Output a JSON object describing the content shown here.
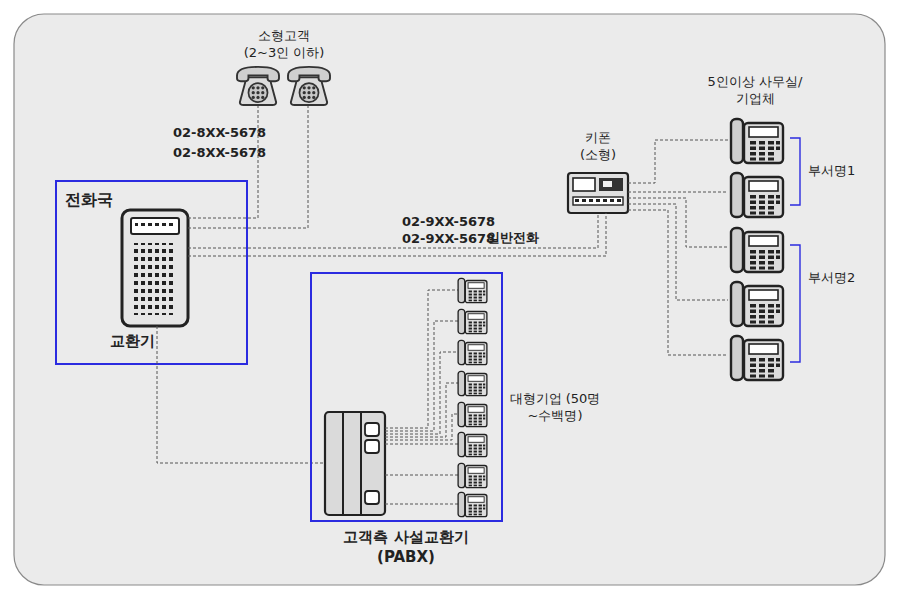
{
  "diagram": {
    "nodes": [
      {
        "text": [
          "전화국"
        ]
      },
      {
        "text": [
          "교환기"
        ],
        "in": 0
      },
      {
        "text": [
          "소형고객 (2~3인 이하)"
        ]
      },
      {
        "text": [
          "키폰 (소형)"
        ]
      },
      {
        "text": [
          "5인이상 사무실/기업체"
        ]
      },
      {
        "text": [
          "부서명1"
        ],
        "in": 4
      },
      {
        "text": [
          "부서명2"
        ],
        "in": 4
      },
      {
        "text": [
          "고객측 사설교환기 (PABX)"
        ]
      },
      {
        "text": [
          "대형기업 (50명~수백명)"
        ],
        "in": 7
      }
    ],
    "edges": [
      {
        "from": 1,
        "to": 2,
        "arrow": "none",
        "label": "02-8XX-5678"
      },
      {
        "from": 1,
        "to": 2,
        "arrow": "none",
        "label": "02-8XX-5678"
      },
      {
        "from": 1,
        "to": 3,
        "arrow": "none",
        "label": "02-9XX-5678"
      },
      {
        "from": 1,
        "to": 3,
        "arrow": "none",
        "label": "02-9XX-5678"
      },
      {
        "from": 1,
        "to": 7,
        "arrow": "none"
      },
      {
        "from": 3,
        "to": 5,
        "arrow": "none"
      },
      {
        "from": 3,
        "to": 5,
        "arrow": "none"
      },
      {
        "from": 3,
        "to": 6,
        "arrow": "none"
      },
      {
        "from": 3,
        "to": 6,
        "arrow": "none"
      },
      {
        "from": 3,
        "to": 6,
        "arrow": "none"
      }
    ],
    "labels": [
      "일반전화"
    ]
  }
}
